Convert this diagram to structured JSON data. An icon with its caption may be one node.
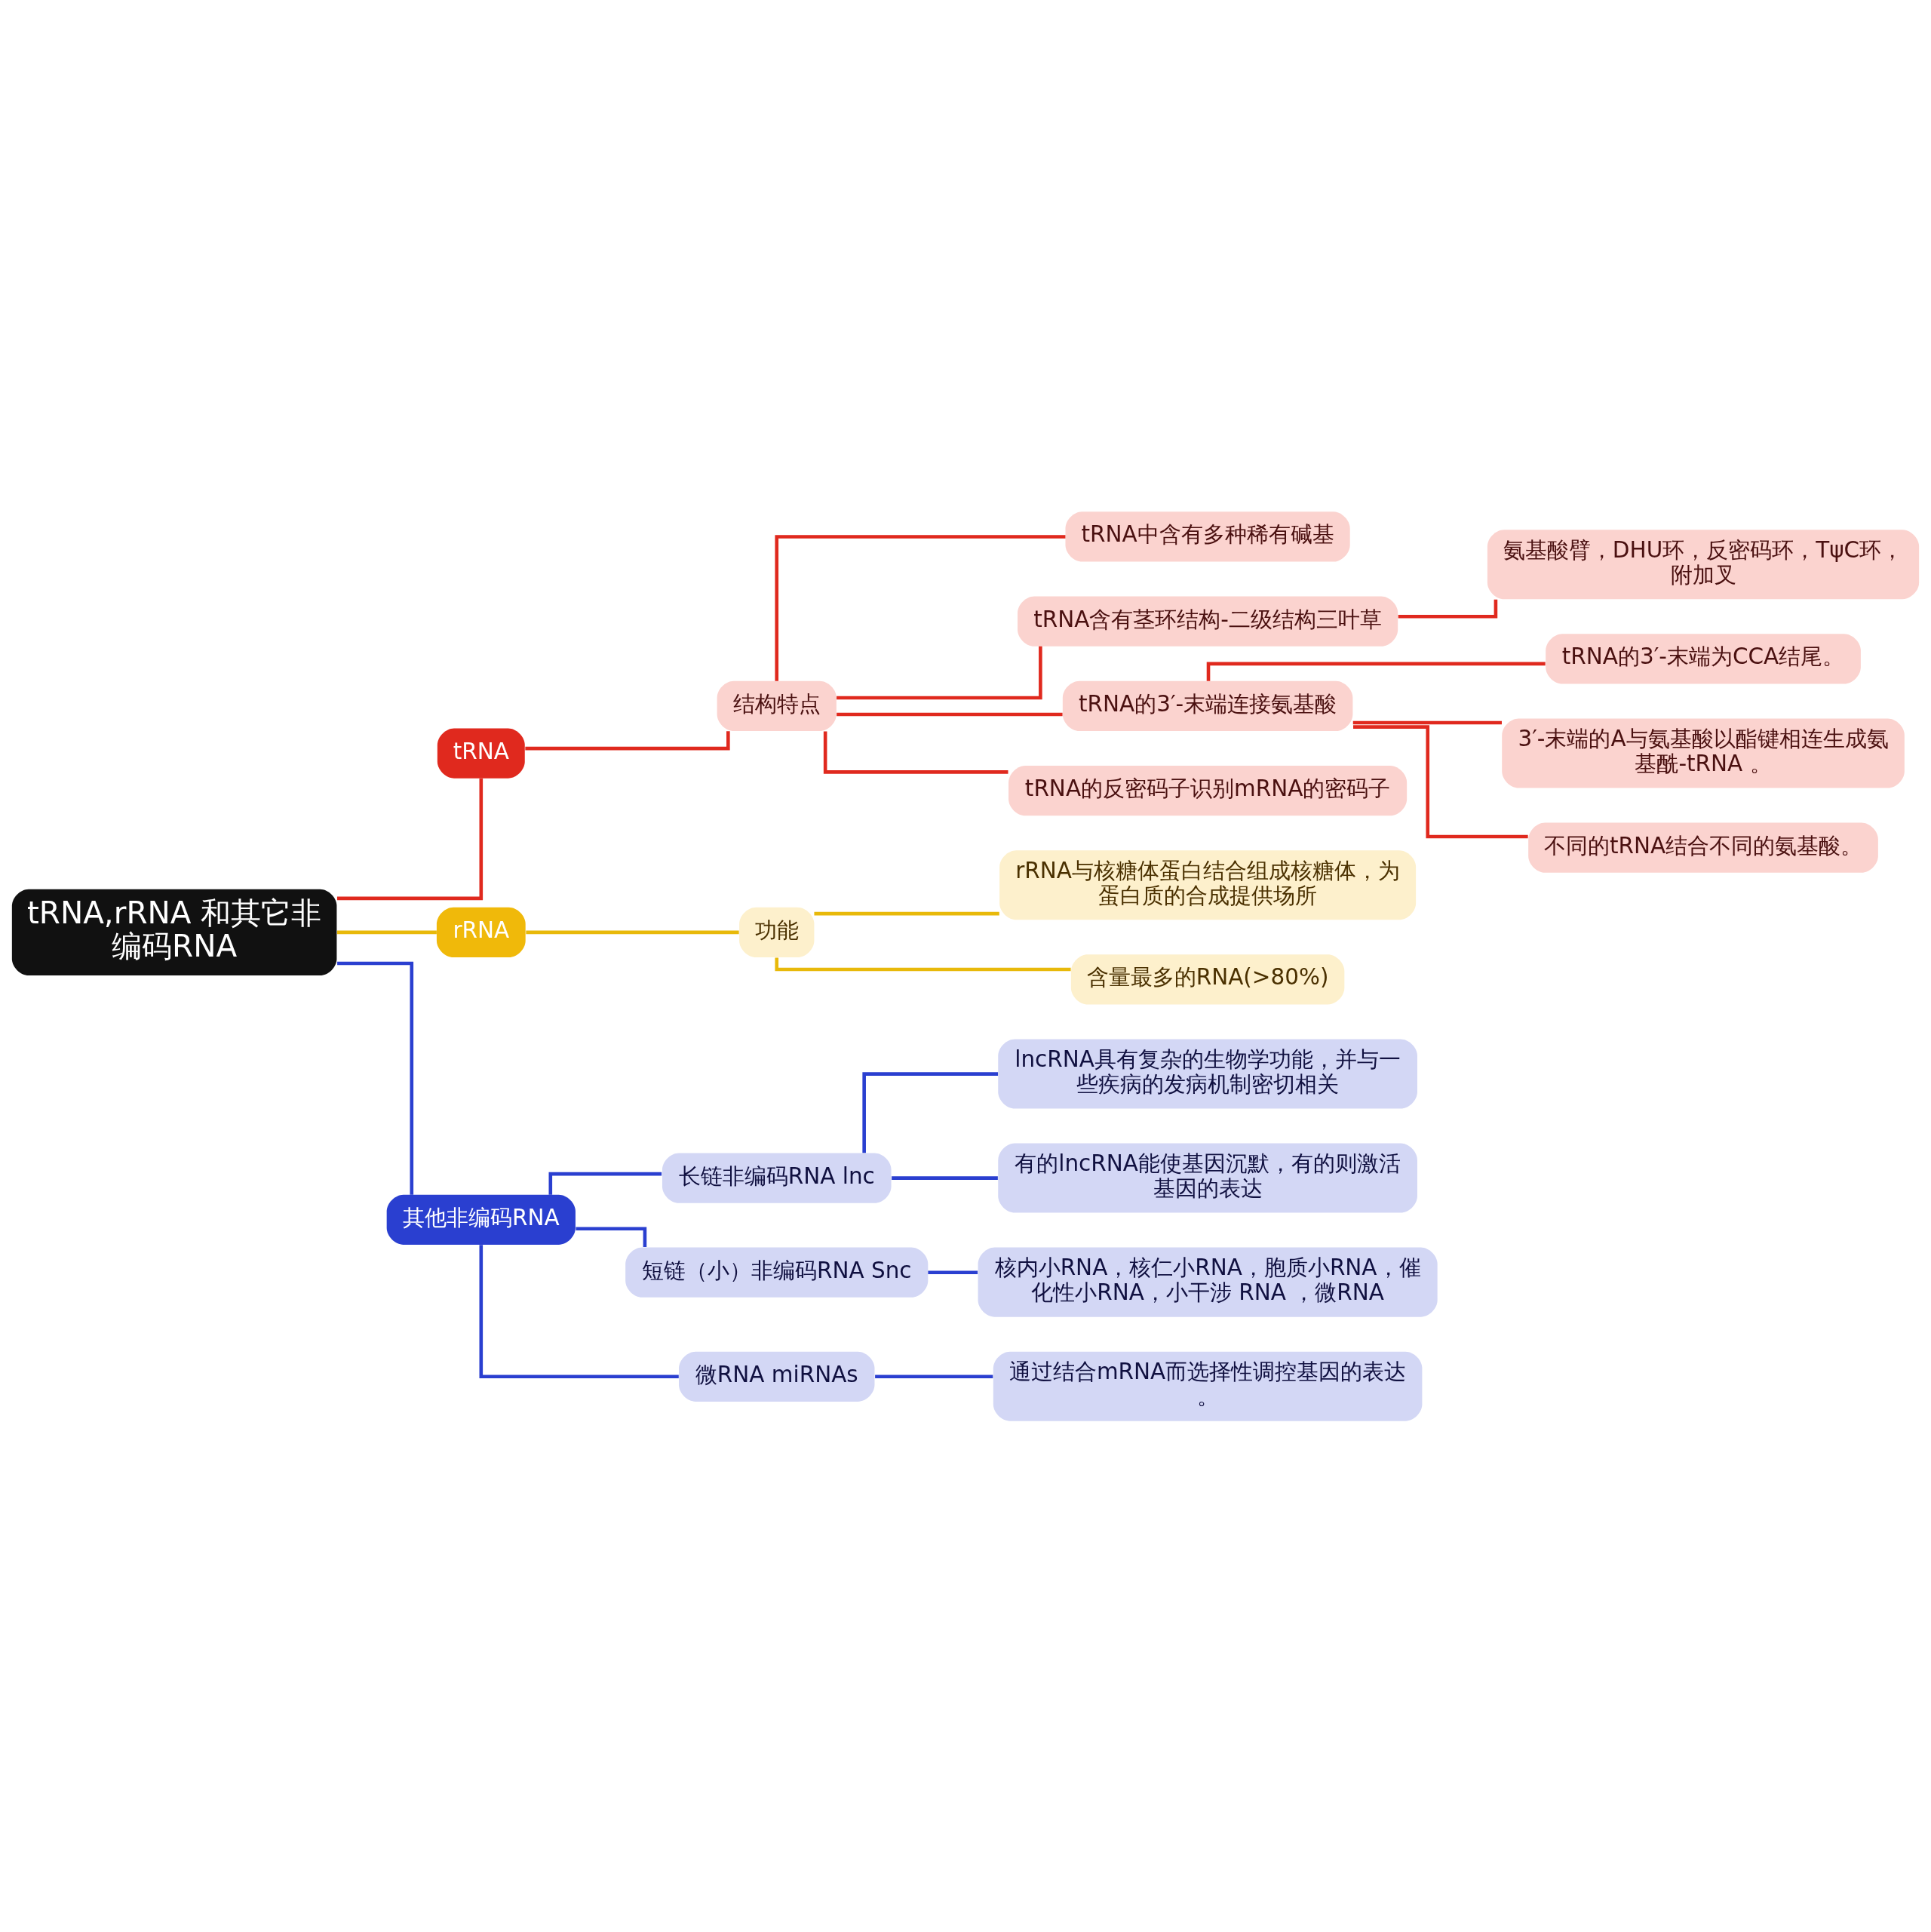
{
  "diagram": {
    "nodes": [
      {
        "text": [
          "tRNA,rRNA 和其它非编码RNA"
        ]
      },
      {
        "text": [
          "tRNA"
        ]
      },
      {
        "text": [
          "结构特点"
        ]
      },
      {
        "text": [
          "tRNA中含有多种稀有碱基"
        ]
      },
      {
        "text": [
          "tRNA含有茎环结构-二级结构三叶草"
        ]
      },
      {
        "text": [
          "氨基酸臂，DHU环，反密码环，TψC环，附加叉"
        ]
      },
      {
        "text": [
          "tRNA的3′-末端连接氨基酸"
        ]
      },
      {
        "text": [
          "tRNA的3′-末端为CCA结尾。"
        ]
      },
      {
        "text": [
          "3′-末端的A与氨基酸以酯键相连生成氨基酰-tRNA 。"
        ]
      },
      {
        "text": [
          "不同的tRNA结合不同的氨基酸。"
        ]
      },
      {
        "text": [
          "tRNA的反密码子识别mRNA的密码子"
        ]
      },
      {
        "text": [
          "rRNA"
        ]
      },
      {
        "text": [
          "功能"
        ]
      },
      {
        "text": [
          "rRNA与核糖体蛋白结合组成核糖体，为蛋白质的合成提供场所"
        ]
      },
      {
        "text": [
          "含量最多的RNA(>80%)"
        ]
      },
      {
        "text": [
          "其他非编码RNA"
        ]
      },
      {
        "text": [
          "长链非编码RNA lnc"
        ]
      },
      {
        "text": [
          "lncRNA具有复杂的生物学功能，并与一些疾病的发病机制密切相关"
        ]
      },
      {
        "text": [
          "有的lncRNA能使基因沉默，有的则激活基因的表达"
        ]
      },
      {
        "text": [
          "短链（小）非编码RNA Snc"
        ]
      },
      {
        "text": [
          "核内小RNA，核仁小RNA，胞质小RNA，催化性小RNA，小干涉 RNA ，微RNA"
        ]
      },
      {
        "text": [
          "微RNA miRNAs"
        ]
      },
      {
        "text": [
          "通过结合mRNA而选择性调控基因的表达。"
        ]
      }
    ],
    "edges": [
      {
        "from": 0,
        "to": 1,
        "arrow": "none"
      },
      {
        "from": 1,
        "to": 2,
        "arrow": "none"
      },
      {
        "from": 2,
        "to": 3,
        "arrow": "none"
      },
      {
        "from": 2,
        "to": 4,
        "arrow": "none"
      },
      {
        "from": 4,
        "to": 5,
        "arrow": "none"
      },
      {
        "from": 2,
        "to": 6,
        "arrow": "none"
      },
      {
        "from": 6,
        "to": 7,
        "arrow": "none"
      },
      {
        "from": 6,
        "to": 8,
        "arrow": "none"
      },
      {
        "from": 6,
        "to": 9,
        "arrow": "none"
      },
      {
        "from": 2,
        "to": 10,
        "arrow": "none"
      },
      {
        "from": 0,
        "to": 11,
        "arrow": "none",
        "color": "#e8b90a"
      },
      {
        "from": 11,
        "to": 12,
        "arrow": "none",
        "color": "#e8b90a"
      },
      {
        "from": 12,
        "to": 13,
        "arrow": "none",
        "color": "#e8b90a"
      },
      {
        "from": 12,
        "to": 14,
        "arrow": "none",
        "color": "#e8b90a"
      },
      {
        "from": 0,
        "to": 15,
        "arrow": "none",
        "color": "#2a3fd0"
      },
      {
        "from": 15,
        "to": 16,
        "arrow": "none",
        "color": "#2a3fd0"
      },
      {
        "from": 16,
        "to": 17,
        "arrow": "none",
        "color": "#2a3fd0"
      },
      {
        "from": 16,
        "to": 18,
        "arrow": "none",
        "color": "#2a3fd0"
      },
      {
        "from": 15,
        "to": 19,
        "arrow": "none",
        "color": "#2a3fd0"
      },
      {
        "from": 19,
        "to": 20,
        "arrow": "none",
        "color": "#2a3fd0"
      },
      {
        "from": 15,
        "to": 21,
        "arrow": "none",
        "color": "#2a3fd0"
      },
      {
        "from": 21,
        "to": 22,
        "arrow": "none",
        "color": "#2a3fd0"
      }
    ]
  }
}
